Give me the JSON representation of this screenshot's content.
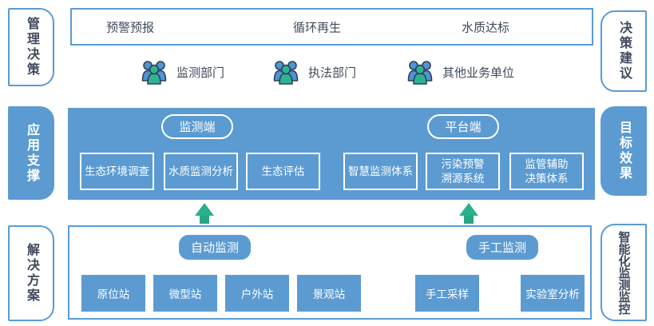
{
  "colors": {
    "primary_blue": "#5b9bd2",
    "border_blue": "#5b9bd5",
    "accent_green": "#2bb08c",
    "text_dark": "#3f4a5c"
  },
  "sidebar_left": {
    "items": [
      {
        "label": "管理决策"
      },
      {
        "label": "应用支撑"
      },
      {
        "label": "解决方案"
      }
    ]
  },
  "sidebar_right": {
    "items": [
      {
        "label": "决策建议"
      },
      {
        "label": "目标效果"
      },
      {
        "label": "智能化监测监控"
      }
    ]
  },
  "top": {
    "goals": [
      {
        "label": "预警预报"
      },
      {
        "label": "循环再生"
      },
      {
        "label": "水质达标"
      }
    ],
    "departments": [
      {
        "label": "监测部门",
        "icon": "people-group-icon"
      },
      {
        "label": "执法部门",
        "icon": "people-group-icon"
      },
      {
        "label": "其他业务单位",
        "icon": "people-group-icon"
      }
    ]
  },
  "middle": {
    "pills": [
      {
        "label": "监测端"
      },
      {
        "label": "平台端"
      }
    ],
    "boxes": [
      {
        "label": "生态环境调查"
      },
      {
        "label": "水质监测分析"
      },
      {
        "label": "生态评估"
      },
      {
        "label": "智慧监测体系"
      },
      {
        "label": "污染预警\n溯源系统"
      },
      {
        "label": "监管辅助\n决策体系"
      }
    ]
  },
  "bottom": {
    "pills": [
      {
        "label": "自动监测"
      },
      {
        "label": "手工监测"
      }
    ],
    "boxes": [
      {
        "label": "原位站"
      },
      {
        "label": "微型站"
      },
      {
        "label": "户外站"
      },
      {
        "label": "景观站"
      },
      {
        "label": "手工采样"
      },
      {
        "label": "实验室分析"
      }
    ]
  }
}
